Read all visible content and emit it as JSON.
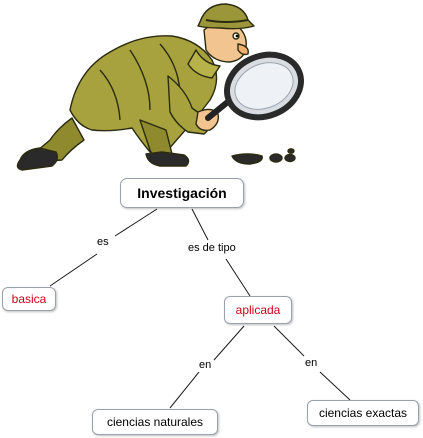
{
  "diagram": {
    "illustration": "detective-with-magnifying-glass",
    "colors": {
      "link": "#1a1a1a",
      "node_border": "#9aa1ab",
      "highlight_text": "#d0021b"
    },
    "nodes": {
      "root": "Investigación",
      "basica": "basica",
      "aplicada": "aplicada",
      "naturales": "ciencias naturales",
      "exactas": "ciencias exactas"
    },
    "links": {
      "es": "es",
      "es_de_tipo": "es de tipo",
      "en_left": "en",
      "en_right": "en"
    }
  }
}
